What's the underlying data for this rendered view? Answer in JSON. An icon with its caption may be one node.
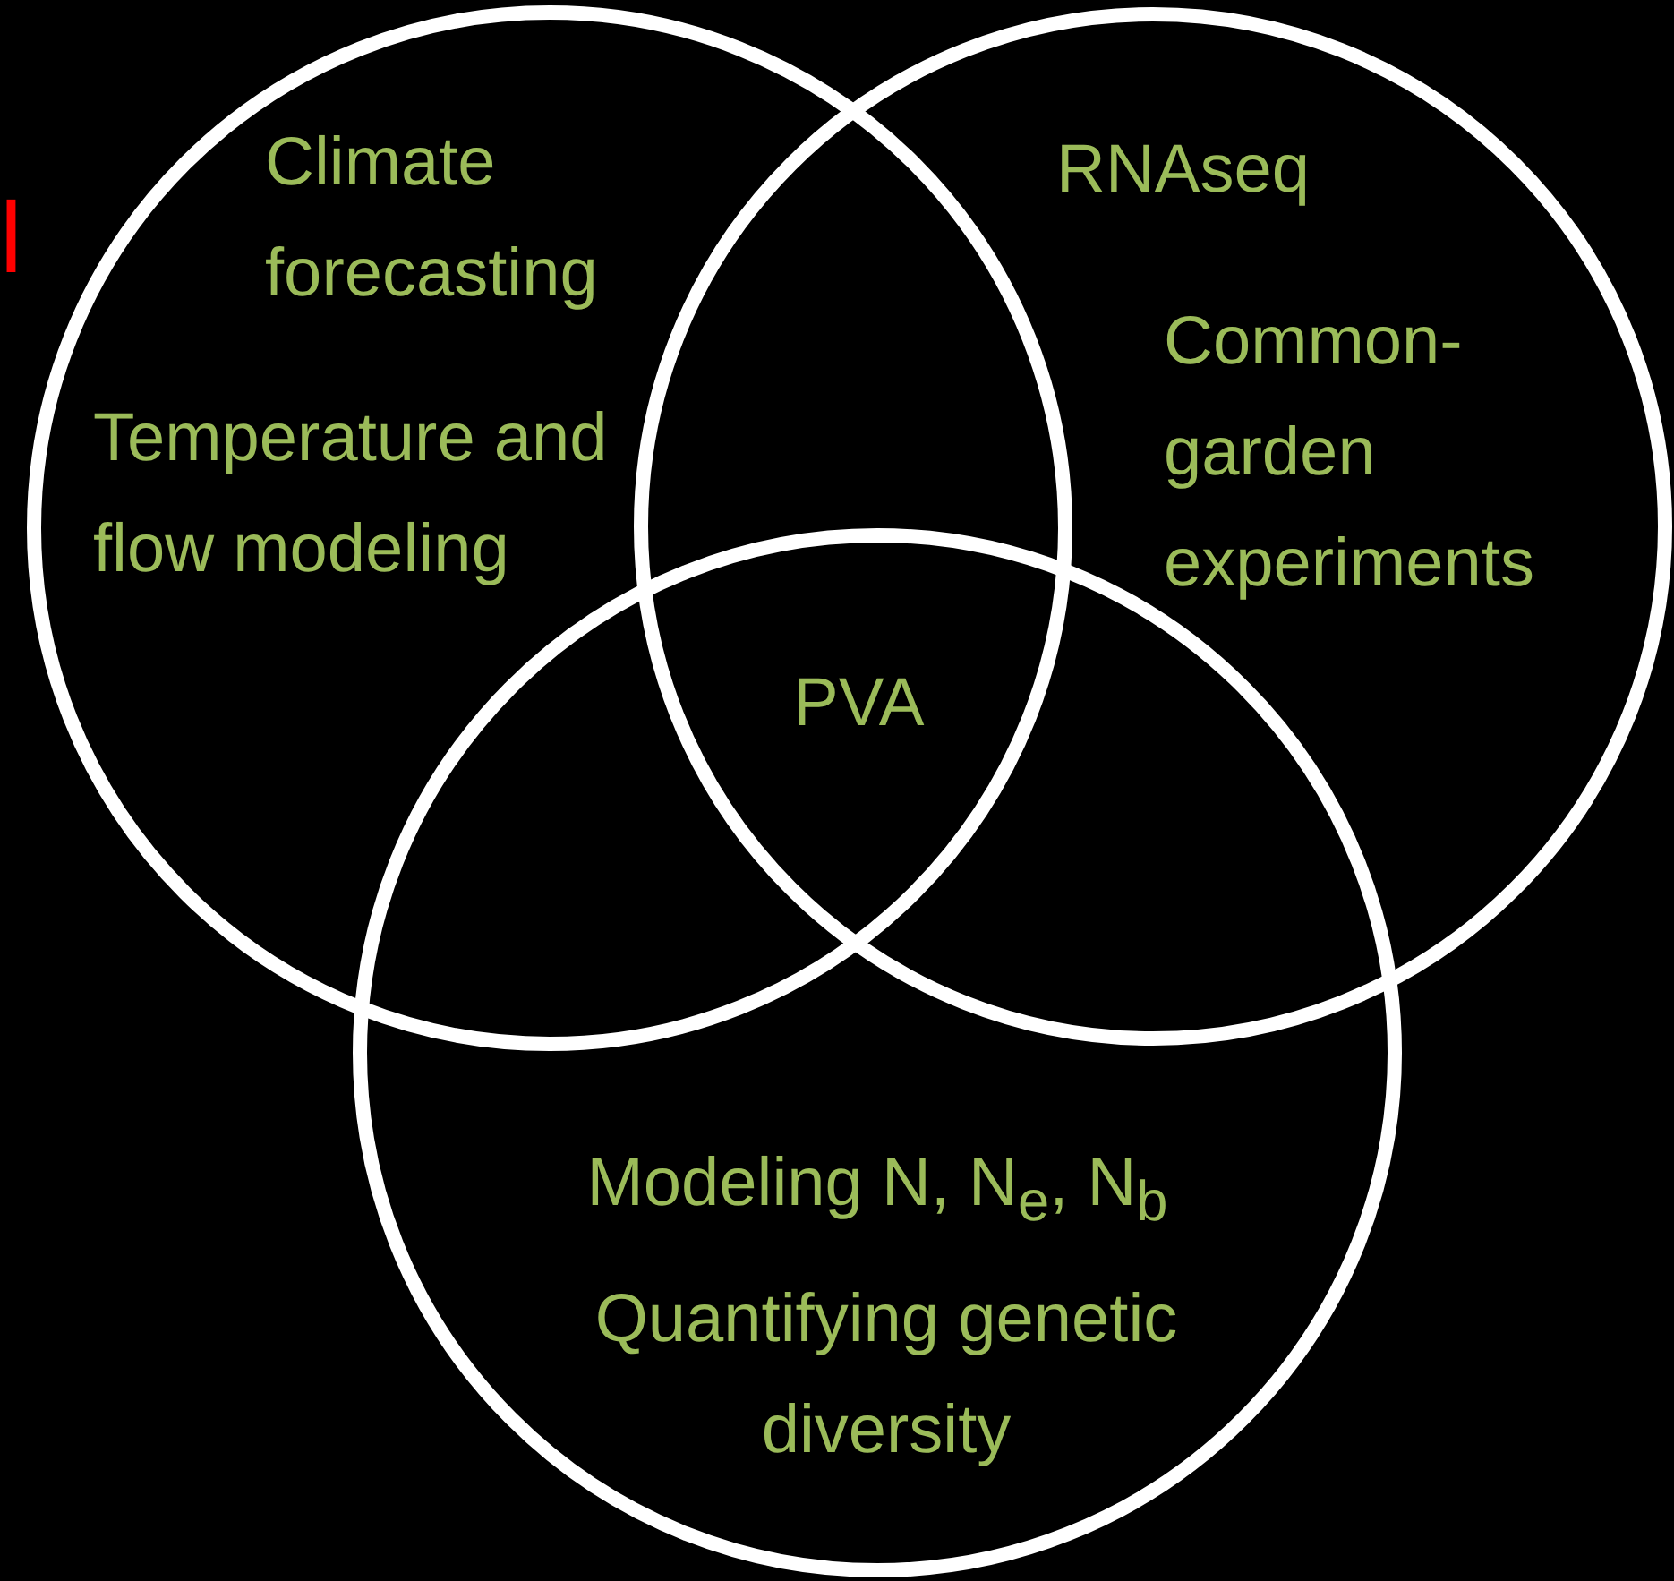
{
  "diagram": {
    "nodes": [
      {
        "text": [
          "Climate forecasting",
          "Temperature and flow modeling"
        ]
      },
      {
        "text": [
          "RNAseq",
          "Common-garden experiments"
        ]
      },
      {
        "text": [
          "Modeling N, N$_{e}$, N$_{b}$",
          "Quantifying genetic diversity"
        ]
      }
    ],
    "edges": [],
    "labels": [
      "l",
      "PVA"
    ]
  }
}
